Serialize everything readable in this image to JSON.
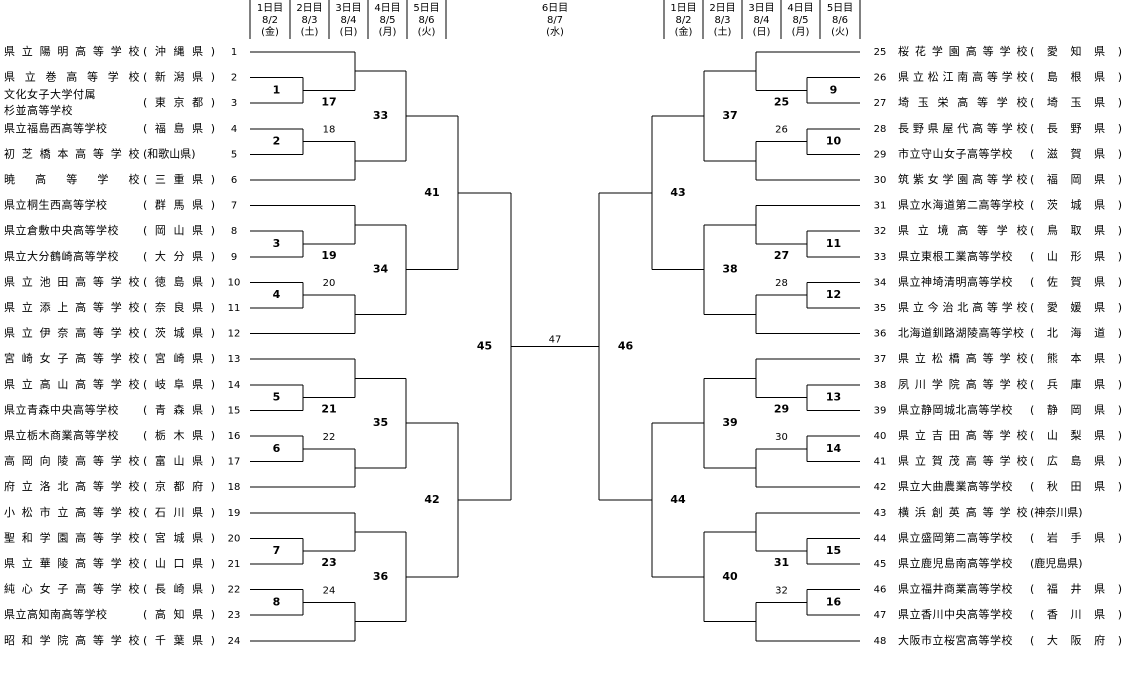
{
  "header": {
    "left": [
      {
        "day": "1日目",
        "date": "8/2",
        "wd": "(金)"
      },
      {
        "day": "2日目",
        "date": "8/3",
        "wd": "(土)"
      },
      {
        "day": "3日目",
        "date": "8/4",
        "wd": "(日)"
      },
      {
        "day": "4日目",
        "date": "8/5",
        "wd": "(月)"
      },
      {
        "day": "5日目",
        "date": "8/6",
        "wd": "(火)"
      }
    ],
    "center": {
      "day": "6日目",
      "date": "8/7",
      "wd": "(水)"
    },
    "right": [
      {
        "day": "5日目",
        "date": "8/6",
        "wd": "(火)"
      },
      {
        "day": "4日目",
        "date": "8/5",
        "wd": "(月)"
      },
      {
        "day": "3日目",
        "date": "8/4",
        "wd": "(日)"
      },
      {
        "day": "2日目",
        "date": "8/3",
        "wd": "(土)"
      },
      {
        "day": "1日目",
        "date": "8/2",
        "wd": "(金)"
      }
    ]
  },
  "left_teams": [
    {
      "n": "1",
      "name": "県立陽明高等学校",
      "pref": "(沖縄県)"
    },
    {
      "n": "2",
      "name": "県立巻高等学校",
      "pref": "(新潟県)"
    },
    {
      "n": "3",
      "name": "文化女子大学付属",
      "name2": "杉並高等学校",
      "pref": "(東京都)"
    },
    {
      "n": "4",
      "name": "県立福島西高等学校",
      "pref": "(福島県)"
    },
    {
      "n": "5",
      "name": "初芝橋本高等学校",
      "pref": "(和歌山県)"
    },
    {
      "n": "6",
      "name": "暁高等学校",
      "pref": "(三重県)"
    },
    {
      "n": "7",
      "name": "県立桐生西高等学校",
      "pref": "(群馬県)"
    },
    {
      "n": "8",
      "name": "県立倉敷中央高等学校",
      "pref": "(岡山県)"
    },
    {
      "n": "9",
      "name": "県立大分鶴崎高等学校",
      "pref": "(大分県)"
    },
    {
      "n": "10",
      "name": "県立池田高等学校",
      "pref": "(徳島県)"
    },
    {
      "n": "11",
      "name": "県立添上高等学校",
      "pref": "(奈良県)"
    },
    {
      "n": "12",
      "name": "県立伊奈高等学校",
      "pref": "(茨城県)"
    },
    {
      "n": "13",
      "name": "宮崎女子高等学校",
      "pref": "(宮崎県)"
    },
    {
      "n": "14",
      "name": "県立高山高等学校",
      "pref": "(岐阜県)"
    },
    {
      "n": "15",
      "name": "県立青森中央高等学校",
      "pref": "(青森県)"
    },
    {
      "n": "16",
      "name": "県立栃木商業高等学校",
      "pref": "(栃木県)"
    },
    {
      "n": "17",
      "name": "高岡向陵高等学校",
      "pref": "(富山県)"
    },
    {
      "n": "18",
      "name": "府立洛北高等学校",
      "pref": "(京都府)"
    },
    {
      "n": "19",
      "name": "小松市立高等学校",
      "pref": "(石川県)"
    },
    {
      "n": "20",
      "name": "聖和学園高等学校",
      "pref": "(宮城県)"
    },
    {
      "n": "21",
      "name": "県立華陵高等学校",
      "pref": "(山口県)"
    },
    {
      "n": "22",
      "name": "純心女子高等学校",
      "pref": "(長崎県)"
    },
    {
      "n": "23",
      "name": "県立高知南高等学校",
      "pref": "(高知県)"
    },
    {
      "n": "24",
      "name": "昭和学院高等学校",
      "pref": "(千葉県)"
    }
  ],
  "right_teams": [
    {
      "n": "25",
      "name": "桜花学園高等学校",
      "pref": "(愛知県)"
    },
    {
      "n": "26",
      "name": "県立松江南高等学校",
      "pref": "(島根県)"
    },
    {
      "n": "27",
      "name": "埼玉栄高等学校",
      "pref": "(埼玉県)"
    },
    {
      "n": "28",
      "name": "長野県屋代高等学校",
      "pref": "(長野県)"
    },
    {
      "n": "29",
      "name": "市立守山女子高等学校",
      "pref": "(滋賀県)"
    },
    {
      "n": "30",
      "name": "筑紫女学園高等学校",
      "pref": "(福岡県)"
    },
    {
      "n": "31",
      "name": "県立水海道第二高等学校",
      "pref": "(茨城県)"
    },
    {
      "n": "32",
      "name": "県立境高等学校",
      "pref": "(鳥取県)"
    },
    {
      "n": "33",
      "name": "県立東根工業高等学校",
      "pref": "(山形県)"
    },
    {
      "n": "34",
      "name": "県立神埼清明高等学校",
      "pref": "(佐賀県)"
    },
    {
      "n": "35",
      "name": "県立今治北高等学校",
      "pref": "(愛媛県)"
    },
    {
      "n": "36",
      "name": "北海道釧路湖陵高等学校",
      "pref": "(北海道)"
    },
    {
      "n": "37",
      "name": "県立松橋高等学校",
      "pref": "(熊本県)"
    },
    {
      "n": "38",
      "name": "夙川学院高等学校",
      "pref": "(兵庫県)"
    },
    {
      "n": "39",
      "name": "県立静岡城北高等学校",
      "pref": "(静岡県)"
    },
    {
      "n": "40",
      "name": "県立吉田高等学校",
      "pref": "(山梨県)"
    },
    {
      "n": "41",
      "name": "県立賀茂高等学校",
      "pref": "(広島県)"
    },
    {
      "n": "42",
      "name": "県立大曲農業高等学校",
      "pref": "(秋田県)"
    },
    {
      "n": "43",
      "name": "横浜創英高等学校",
      "pref": "(神奈川県)"
    },
    {
      "n": "44",
      "name": "県立盛岡第二高等学校",
      "pref": "(岩手県)"
    },
    {
      "n": "45",
      "name": "県立鹿児島南高等学校",
      "pref": "(鹿児島県)"
    },
    {
      "n": "46",
      "name": "県立福井商業高等学校",
      "pref": "(福井県)"
    },
    {
      "n": "47",
      "name": "県立香川中央高等学校",
      "pref": "(香川県)"
    },
    {
      "n": "48",
      "name": "大阪市立桜宮高等学校",
      "pref": "(大阪府)"
    }
  ],
  "match_numbers": {
    "r1_left": [
      "1",
      "2",
      "3",
      "4",
      "5",
      "6",
      "7",
      "8"
    ],
    "r1_right": [
      "9",
      "10",
      "11",
      "12",
      "13",
      "14",
      "15",
      "16"
    ],
    "r2_left": [
      "17",
      "18",
      "19",
      "20",
      "21",
      "22",
      "23",
      "24"
    ],
    "r2_right": [
      "25",
      "26",
      "27",
      "28",
      "29",
      "30",
      "31",
      "32"
    ],
    "r3_left": [
      "33",
      "34",
      "35",
      "36"
    ],
    "r3_right": [
      "37",
      "38",
      "39",
      "40"
    ],
    "r4_left": [
      "41",
      "42"
    ],
    "r4_right": [
      "43",
      "44"
    ],
    "semi": [
      "45",
      "46"
    ],
    "final": "47"
  }
}
